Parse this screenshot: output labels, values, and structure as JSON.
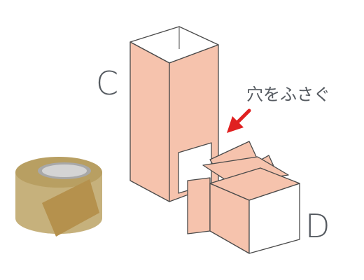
{
  "labels": {
    "box_c": "C",
    "box_d": "D",
    "annotation": "穴をふさぐ"
  },
  "icons": {
    "tape": "packing-tape-roll-icon",
    "arrow": "arrow-pointing-icon"
  },
  "colors": {
    "box_fill": "#f6c3ad",
    "box_outline": "#4a4a4a",
    "hole_fill": "#ffffff",
    "tape_body": "#c6b17c",
    "tape_core": "#a8a8a8",
    "tape_flap": "#b5914d",
    "arrow": "#e02020",
    "label": "#555a60"
  }
}
